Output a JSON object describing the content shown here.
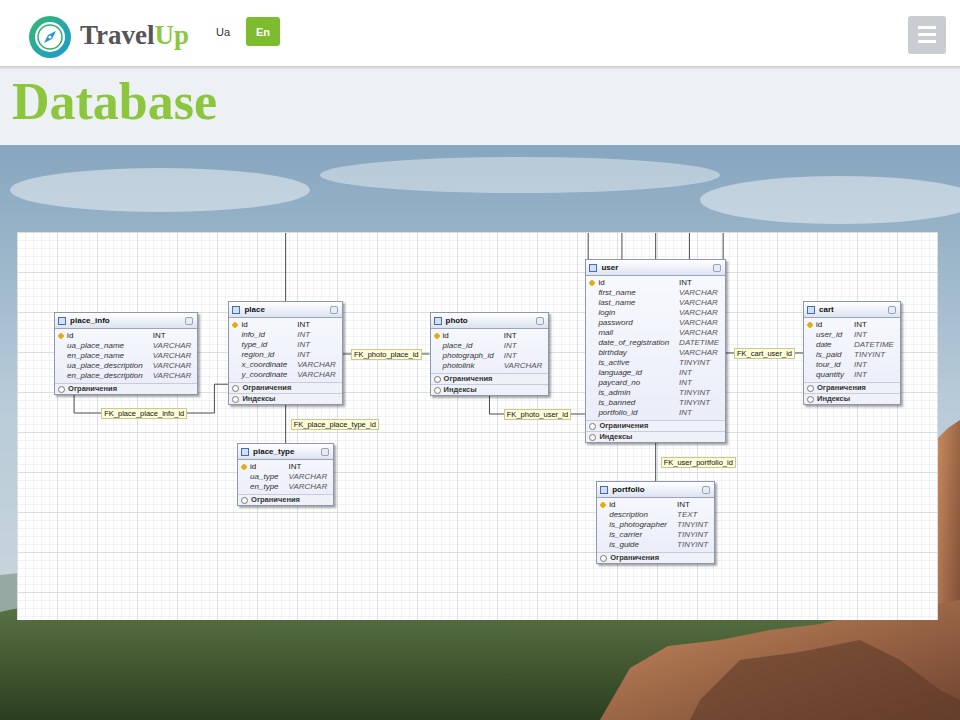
{
  "diagram": {
    "title": "Database",
    "nodes": [
      {
        "text": [
          "place_info",
          "id",
          "INT",
          "ua_place_name",
          "VARCHAR",
          "en_place_name",
          "VARCHAR",
          "ua_place_description",
          "VARCHAR",
          "en_place_description",
          "VARCHAR",
          "Ограничения"
        ]
      },
      {
        "text": [
          "place",
          "id",
          "INT",
          "info_id",
          "INT",
          "type_id",
          "INT",
          "region_id",
          "INT",
          "x_coordinate",
          "VARCHAR",
          "y_coordinate",
          "VARCHAR",
          "Ограничения",
          "Индексы"
        ]
      },
      {
        "text": [
          "photo",
          "id",
          "INT",
          "place_id",
          "INT",
          "photograph_id",
          "INT",
          "photolink",
          "VARCHAR",
          "Ограничения",
          "Индексы"
        ]
      },
      {
        "text": [
          "user",
          "id",
          "INT",
          "first_name",
          "VARCHAR",
          "last_name",
          "VARCHAR",
          "login",
          "VARCHAR",
          "password",
          "VARCHAR",
          "mail",
          "VARCHAR",
          "date_of_registration",
          "DATETIME",
          "birthday",
          "VARCHAR",
          "is_active",
          "TINYINT",
          "language_id",
          "INT",
          "paycard_no",
          "INT",
          "is_admin",
          "TINYINT",
          "is_banned",
          "TINYINT",
          "portfolio_id",
          "INT",
          "Ограничения",
          "Индексы"
        ]
      },
      {
        "text": [
          "cart",
          "id",
          "INT",
          "user_id",
          "INT",
          "date",
          "DATETIME",
          "is_paid",
          "TINYINT",
          "tour_id",
          "INT",
          "quantity",
          "INT",
          "Ограничения",
          "Индексы"
        ]
      },
      {
        "text": [
          "place_type",
          "id",
          "INT",
          "ua_type",
          "VARCHAR",
          "en_type",
          "VARCHAR",
          "Ограничения"
        ]
      },
      {
        "text": [
          "portfolio",
          "id",
          "INT",
          "description",
          "TEXT",
          "is_photographer",
          "TINYINT",
          "is_carrier",
          "TINYINT",
          "is_guide",
          "TINYINT",
          "Ограничения"
        ]
      }
    ],
    "edges": [
      {
        "from": 0,
        "to": 1,
        "label": "FK_place_place_info_id",
        "arrow": "none"
      },
      {
        "from": 1,
        "to": 2,
        "label": "FK_photo_place_id",
        "arrow": "none"
      },
      {
        "from": 2,
        "to": 3,
        "label": "FK_photo_user_id",
        "arrow": "none"
      },
      {
        "from": 3,
        "to": 4,
        "label": "FK_cart_user_id",
        "arrow": "none"
      },
      {
        "from": 1,
        "to": 5,
        "label": "FK_place_place_type_id",
        "arrow": "none"
      },
      {
        "from": 3,
        "to": 6,
        "label": "FK_user_portfolio_id",
        "arrow": "none"
      }
    ],
    "labels": [
      "Travel",
      "Up",
      "Ua",
      "En"
    ]
  }
}
